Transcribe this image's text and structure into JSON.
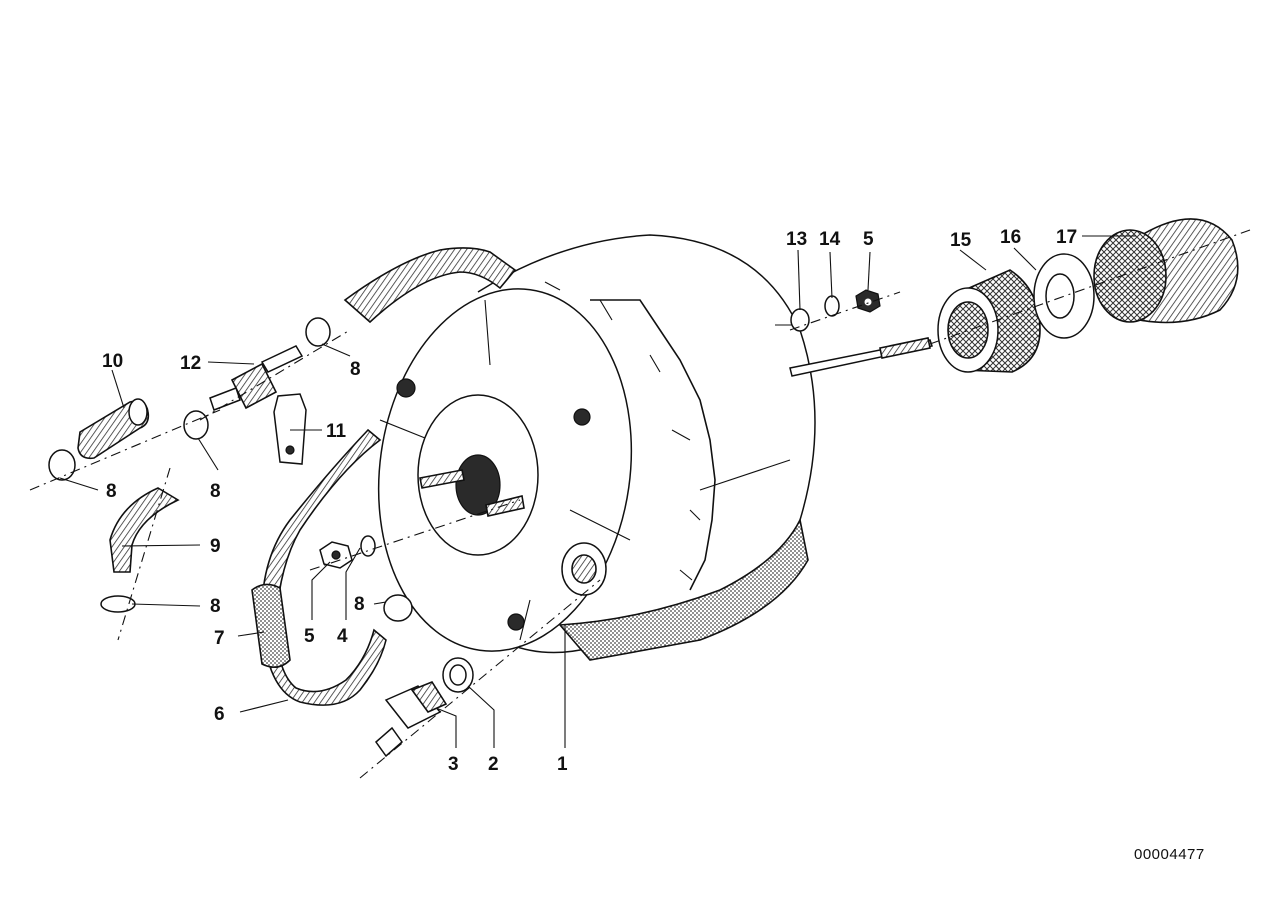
{
  "diagram": {
    "callouts": [
      {
        "id": "p1",
        "text": "1"
      },
      {
        "id": "p2",
        "text": "2"
      },
      {
        "id": "p3",
        "text": "3"
      },
      {
        "id": "p4",
        "text": "4"
      },
      {
        "id": "p5a",
        "text": "5"
      },
      {
        "id": "p5b",
        "text": "5"
      },
      {
        "id": "p6",
        "text": "6"
      },
      {
        "id": "p7",
        "text": "7"
      },
      {
        "id": "p8a",
        "text": "8"
      },
      {
        "id": "p8b",
        "text": "8"
      },
      {
        "id": "p8c",
        "text": "8"
      },
      {
        "id": "p8d",
        "text": "8"
      },
      {
        "id": "p8e",
        "text": "8"
      },
      {
        "id": "p9",
        "text": "9"
      },
      {
        "id": "p10",
        "text": "10"
      },
      {
        "id": "p11",
        "text": "11"
      },
      {
        "id": "p12",
        "text": "12"
      },
      {
        "id": "p13",
        "text": "13"
      },
      {
        "id": "p14",
        "text": "14"
      },
      {
        "id": "p15",
        "text": "15"
      },
      {
        "id": "p16",
        "text": "16"
      },
      {
        "id": "p17",
        "text": "17"
      }
    ],
    "drawing_number": "00004477",
    "colors": {
      "ink": "#111111",
      "paper": "#ffffff"
    }
  }
}
